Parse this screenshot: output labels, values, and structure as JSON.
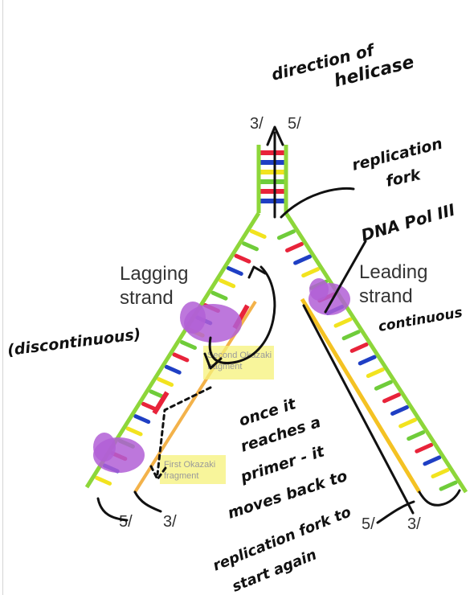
{
  "labels": {
    "top_three_prime": "3/",
    "top_five_prime": "5/",
    "lagging_line1": "Lagging",
    "lagging_line2": "strand",
    "leading_line1": "Leading",
    "leading_line2": "strand",
    "second_okazaki_line1": "Second Okazaki",
    "second_okazaki_line2": "fragment",
    "first_okazaki_line1": "First Okazaki",
    "first_okazaki_line2": "fragment",
    "bottom_left_five": "5/",
    "bottom_left_three": "3/",
    "bottom_right_five": "5/",
    "bottom_right_three": "3/"
  },
  "annotations": {
    "direction_line1": "direction of",
    "direction_line2": "helicase",
    "fork_line1": "replication",
    "fork_line2": "fork",
    "dna_pol": "DNA Pol III",
    "discontinuous": "(discontinuous)",
    "continuous": "continuous",
    "note_line1": "once it",
    "note_line2": "reaches a",
    "note_line3": "primer - it",
    "note_line4": "moves back to",
    "note_line5": "replication fork to",
    "note_line6": "start again"
  },
  "colors": {
    "backbone": "#8dd63a",
    "primer_red": "#e8233a",
    "okazaki_fill": "#f3b24a",
    "leading_yellow": "#f4c223",
    "polymerase": "#b25fd6",
    "highlight": "#f6f27a",
    "base_red": "#e8233a",
    "base_blue": "#1f3fc4",
    "base_yellow": "#f2e31f",
    "base_green": "#6fcc3a"
  }
}
